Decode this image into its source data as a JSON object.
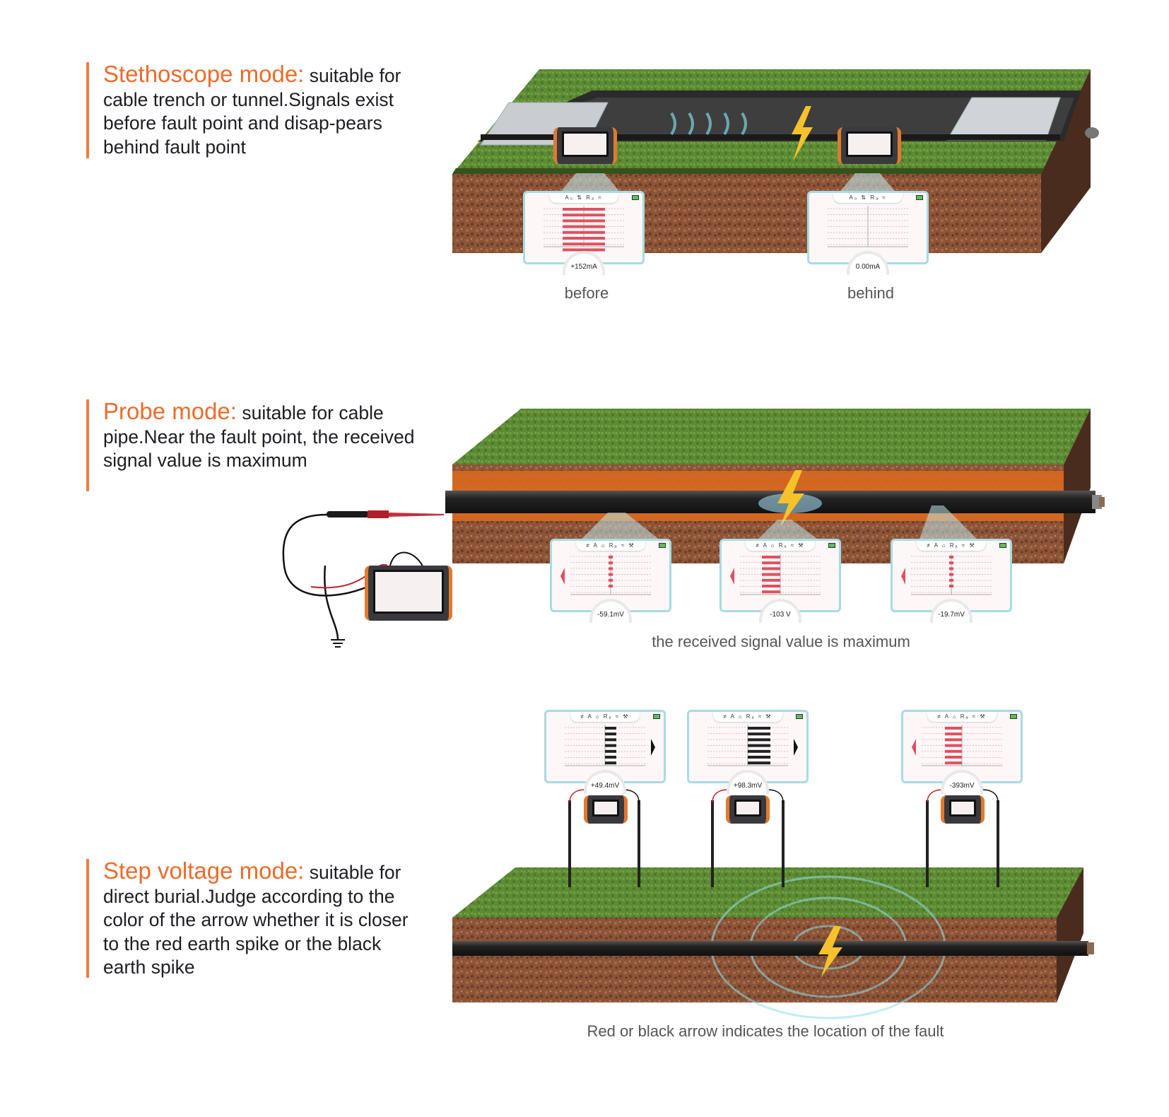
{
  "sections": [
    {
      "title": "Stethoscope  mode:",
      "lead": "suitable",
      "body": "for cable trench or tunnel.Signals exist before fault point and disap-pears behind fault point",
      "screens": [
        {
          "reading": "+152mA",
          "icons": "A₀ ⇅ Rₐ ≈"
        },
        {
          "reading": "0.00mA",
          "icons": "A₀ ⇅ Rₐ ≈"
        }
      ],
      "labels": [
        "before",
        "behind"
      ]
    },
    {
      "title": "Probe mode:",
      "lead": "suitable  for",
      "body": "cable  pipe.Near the fault point, the received signal value is maximum",
      "screens": [
        {
          "reading": "-59.1mV",
          "icons": "≠ A ⌂ Rₐ ≈ ⚒"
        },
        {
          "reading": "-103 V",
          "icons": "≠ A ⌂ Rₐ ≈ ⚒"
        },
        {
          "reading": "-19.7mV",
          "icons": "≠ A ⌂ Rₐ ≈ ⚒"
        }
      ],
      "caption": "the received signal value is maximum"
    },
    {
      "title": "Step voltage mode:",
      "lead": "suitable",
      "body": "for direct burial.Judge according to the color of the arrow whether it is closer to the red earth spike or the black earth spike",
      "screens": [
        {
          "reading": "+49.4mV",
          "icons": "≠ A ⌂ Rₐ ≈ ⚒"
        },
        {
          "reading": "+98.3mV",
          "icons": "≠ A ⌂ Rₐ ≈ ⚒"
        },
        {
          "reading": "-393mV",
          "icons": "≠ A ⌂ Rₐ ≈ ⚒"
        }
      ],
      "caption": "Red or black arrow indicates the location of the fault"
    }
  ],
  "colors": {
    "accent": "#ee6a2a",
    "grass": "#5f8a35",
    "soil": "#8a5236",
    "signal_red": "#e0505e",
    "screen_border": "#a9dbe0"
  }
}
